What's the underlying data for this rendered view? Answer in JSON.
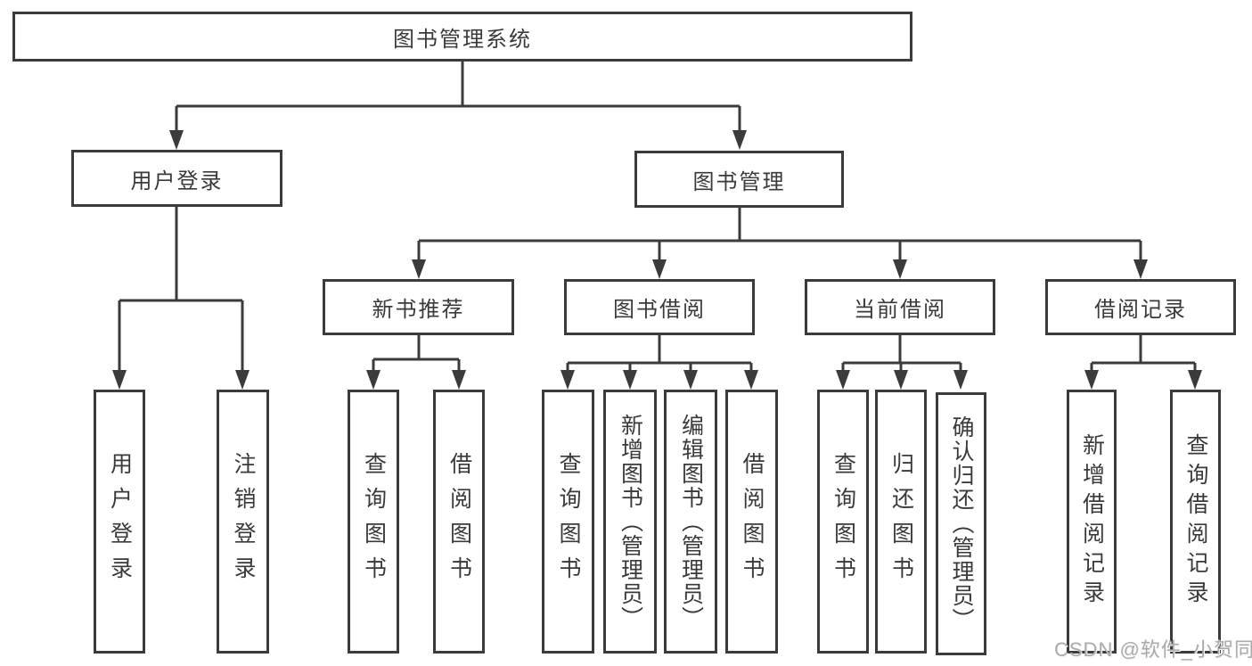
{
  "diagram_title": "图书管理系统",
  "tree": {
    "root": {
      "label": "图书管理系统"
    },
    "branches": [
      {
        "label": "用户登录",
        "children": [
          {
            "label": "用户登录"
          },
          {
            "label": "注销登录"
          }
        ]
      },
      {
        "label": "图书管理",
        "children": [
          {
            "label": "新书推荐",
            "children": [
              {
                "label": "查询图书"
              },
              {
                "label": "借阅图书"
              }
            ]
          },
          {
            "label": "图书借阅",
            "children": [
              {
                "label": "查询图书"
              },
              {
                "label": "新增图书（管理员）"
              },
              {
                "label": "编辑图书（管理员）"
              },
              {
                "label": "借阅图书"
              }
            ]
          },
          {
            "label": "当前借阅",
            "children": [
              {
                "label": "查询图书"
              },
              {
                "label": "归还图书"
              },
              {
                "label": "确认归还（管理员）"
              }
            ]
          },
          {
            "label": "借阅记录",
            "children": [
              {
                "label": "新增借阅记录"
              },
              {
                "label": "查询借阅记录"
              }
            ]
          }
        ]
      }
    ]
  },
  "watermark": {
    "text": "CSDN @软件_小贺同学"
  },
  "colors": {
    "line": "#3b3b3b",
    "box_border": "#3b3b3b",
    "text": "#3a3a3a",
    "watermark": "#ababab",
    "background": "#ffffff"
  }
}
